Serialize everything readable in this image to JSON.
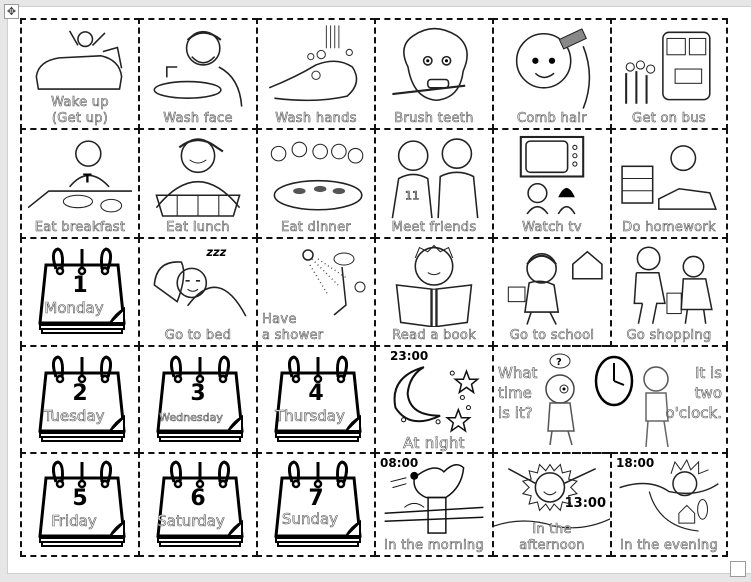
{
  "document": {
    "controls": {
      "move_handle_icon": "✥"
    },
    "row1": [
      {
        "label_line1": "Wake up",
        "label_line2": "(Get up)",
        "image": "boy-stretching-in-bed-icon"
      },
      {
        "label": "Wash face",
        "image": "girl-washing-face-icon"
      },
      {
        "label": "Wash hands",
        "image": "hands-under-tap-icon"
      },
      {
        "label": "Brush teeth",
        "image": "child-brushing-teeth-icon"
      },
      {
        "label": "Comb hair",
        "image": "child-combing-hair-icon"
      },
      {
        "label": "Get on bus",
        "image": "children-boarding-school-bus-icon"
      }
    ],
    "row2": [
      {
        "label": "Eat breakfast",
        "image": "boy-eating-breakfast-icon"
      },
      {
        "label": "Eat lunch",
        "image": "boy-with-lunch-tray-icon"
      },
      {
        "label": "Eat dinner",
        "image": "family-dinner-icon"
      },
      {
        "label": "Meet friends",
        "image": "two-friends-icon"
      },
      {
        "label": "Watch tv",
        "image": "children-watching-tv-icon"
      },
      {
        "label": "Do homework",
        "image": "boy-doing-homework-icon"
      }
    ],
    "row3": [
      {
        "number": "1",
        "day": "Monday",
        "image": "calendar-icon"
      },
      {
        "label": "Go to bed",
        "sleep_text": "zzz",
        "image": "boy-sleeping-icon"
      },
      {
        "label_line1": "Have",
        "label_line2": "a shower",
        "image": "person-showering-icon"
      },
      {
        "label": "Read a book",
        "image": "boy-reading-book-icon"
      },
      {
        "label": "Go to school",
        "image": "girl-walking-to-school-icon"
      },
      {
        "label": "Go shopping",
        "image": "people-shopping-icon"
      }
    ],
    "row4": {
      "days": [
        {
          "number": "2",
          "day": "Tuesday"
        },
        {
          "number": "3",
          "day": "Wednesday"
        },
        {
          "number": "4",
          "day": "Thursday"
        }
      ],
      "night": {
        "time": "23:00",
        "label": "At night",
        "image": "moon-and-stars-icon"
      },
      "dialogue": {
        "question_lines": [
          "What",
          "time",
          "is it?"
        ],
        "answer_lines": [
          "It is",
          "two",
          "o'clock."
        ],
        "bubble": "?",
        "image": "boys-and-clock-icon"
      }
    },
    "row5": {
      "days": [
        {
          "number": "5",
          "day": "Friday"
        },
        {
          "number": "6",
          "day": "Saturday"
        },
        {
          "number": "7",
          "day": "Sunday"
        }
      ],
      "morning": {
        "time": "08:00",
        "label": "In the morning",
        "image": "rooster-crowing-icon"
      },
      "afternoon": {
        "time": "13:00",
        "label_line1": "In the",
        "label_line2": "afternoon",
        "image": "smiling-sun-icon"
      },
      "evening": {
        "time": "18:00",
        "label": "In the evening",
        "image": "setting-sun-over-hill-icon"
      }
    }
  }
}
